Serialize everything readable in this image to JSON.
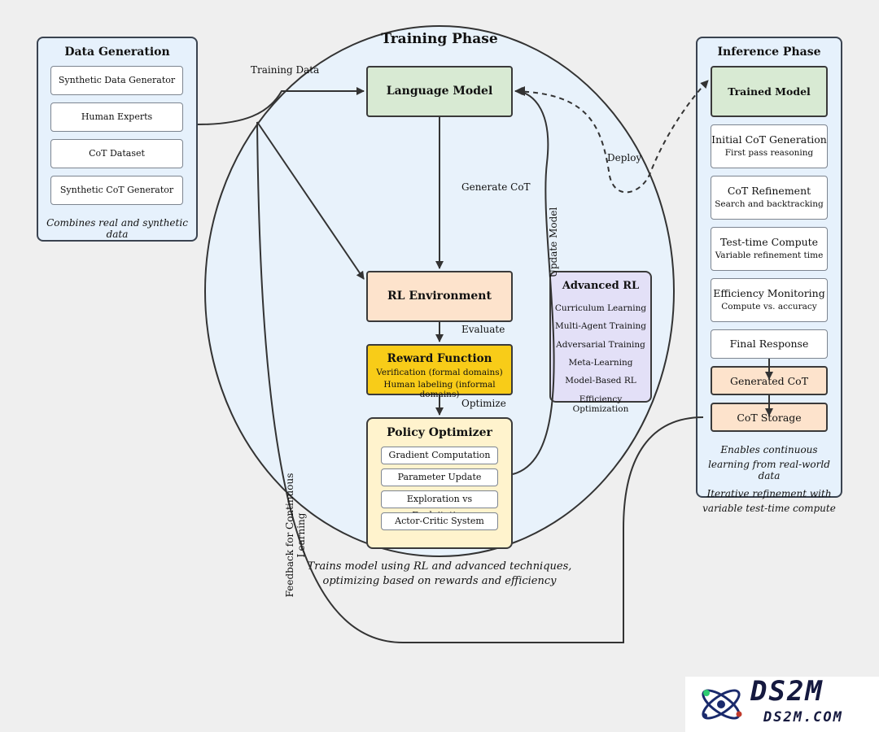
{
  "colors": {
    "background": "#efefef",
    "panel_blue": "#e6f1fc",
    "training_circle": "#e8f2fb",
    "language_model": "#d8ead3",
    "rl_environment": "#fde3cc",
    "reward_function": "#f8cc18",
    "policy_optimizer": "#fff3cd",
    "advanced_rl": "#e3e0f7",
    "generated_cot": "#fde3cc"
  },
  "data_generation": {
    "title": "Data Generation",
    "items": [
      "Synthetic Data Generator",
      "Human Experts",
      "CoT Dataset",
      "Synthetic CoT Generator"
    ],
    "caption": "Combines real and synthetic data"
  },
  "training": {
    "title": "Training Phase",
    "language_model": "Language Model",
    "rl_environment": "RL Environment",
    "reward_function": {
      "title": "Reward Function",
      "line1": "Verification (formal domains)",
      "line2": "Human labeling (informal domains)"
    },
    "policy_optimizer": {
      "title": "Policy Optimizer",
      "items": [
        "Gradient Computation",
        "Parameter Update",
        "Exploration vs Exploitation",
        "Actor-Critic System"
      ]
    },
    "advanced_rl": {
      "title": "Advanced RL",
      "items": [
        "Curriculum Learning",
        "Multi-Agent Training",
        "Adversarial Training",
        "Meta-Learning",
        "Model-Based RL",
        "Efficiency Optimization"
      ]
    },
    "caption_line1": "Trains model using RL and advanced techniques,",
    "caption_line2": "optimizing based on rewards and efficiency"
  },
  "edge_labels": {
    "training_data": "Training Data",
    "generate_cot": "Generate CoT",
    "evaluate": "Evaluate",
    "optimize": "Optimize",
    "update_model": "Update Model",
    "deploy": "Deploy",
    "feedback": "Feedback for Continuous Learning"
  },
  "inference": {
    "title": "Inference Phase",
    "trained_model": "Trained Model",
    "steps": [
      {
        "title": "Initial CoT Generation",
        "sub": "First pass reasoning"
      },
      {
        "title": "CoT Refinement",
        "sub": "Search and backtracking"
      },
      {
        "title": "Test-time Compute",
        "sub": "Variable refinement time"
      },
      {
        "title": "Efficiency Monitoring",
        "sub": "Compute vs. accuracy"
      }
    ],
    "final_response": "Final Response",
    "generated_cot": "Generated CoT",
    "cot_storage": "CoT Storage",
    "caption_line1": "Enables continuous",
    "caption_line2": "learning from real-world data",
    "caption2_line1": "Iterative refinement with",
    "caption2_line2": "variable test-time compute"
  },
  "logo": {
    "name": "DS2M",
    "url_text": "ds2m.com",
    "icon": "atom-icon"
  }
}
